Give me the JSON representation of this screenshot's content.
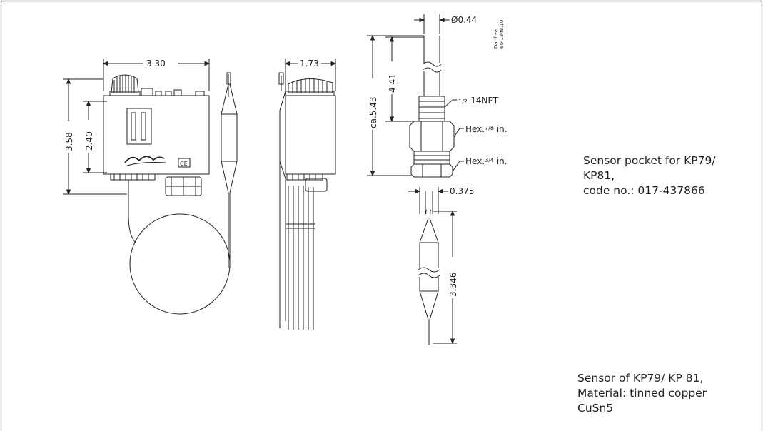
{
  "dimensions": {
    "width_330": "3.30",
    "width_173": "1.73",
    "height_358": "3.58",
    "height_240": "2.40",
    "dia_044": "Ø0.44",
    "len_441": "4.41",
    "len_543": "ca.5.43",
    "thread": "-14NPT",
    "thread_frac": "1/2",
    "hex_big": "Hex.",
    "hex_big_frac": "7/8",
    "hex_small": "Hex.",
    "hex_small_frac": "3/4",
    "inch_unit": "in.",
    "dia_0375": "0.375",
    "len_3346": "3.346"
  },
  "code_ref": {
    "line1": "Danfoss",
    "line2": "60-1348.10"
  },
  "notes": {
    "pocket": [
      "Sensor pocket for KP79/",
      "KP81,",
      "code no.: 017-437866"
    ],
    "sensor": [
      "Sensor of KP79/ KP 81,",
      "Material: tinned copper",
      "CuSn5"
    ]
  },
  "brand_mark": "Danfoss",
  "ce_mark": "CE"
}
